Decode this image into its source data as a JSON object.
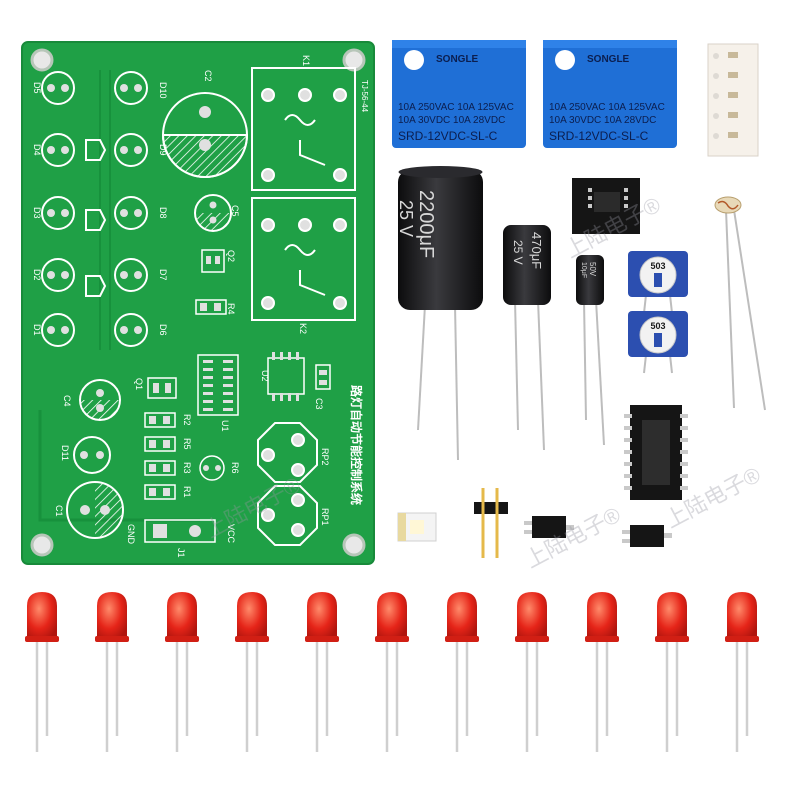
{
  "board": {
    "title": "路灯自动节能控制系统",
    "code": "TJ-56-44",
    "leds": [
      "D5",
      "D4",
      "D3",
      "D2",
      "D1"
    ],
    "leds2": [
      "D10",
      "D9",
      "D8",
      "D7",
      "D6"
    ],
    "d11": "D11",
    "caps": {
      "c1": "C1",
      "c2": "C2",
      "c3": "C3",
      "c4": "C4",
      "c5": "C5"
    },
    "resistors": [
      "R2",
      "R5",
      "R3",
      "R1"
    ],
    "r4": "R4",
    "r6": "R6",
    "q1": "Q1",
    "q2": "Q2",
    "u1": "U1",
    "u2": "U2",
    "k1": "K1",
    "k2": "K2",
    "rp1": "RP1",
    "rp2": "RP2",
    "gnd": "GND",
    "vcc": "VCC",
    "j1": "J1"
  },
  "relays": [
    {
      "brand": "SONGLE",
      "line1": "10A 250VAC  10A 125VAC",
      "line2": "10A  30VDC  10A  28VDC",
      "model": "SRD-12VDC-SL-C"
    },
    {
      "brand": "SONGLE",
      "line1": "10A 250VAC  10A 125VAC",
      "line2": "10A  30VDC  10A  28VDC",
      "model": "SRD-12VDC-SL-C"
    }
  ],
  "capacitors": [
    {
      "value": "2200μF",
      "voltage": "25 V"
    },
    {
      "value": "470μF",
      "voltage": "25 V"
    },
    {
      "value": "10μF",
      "voltage": "50V"
    }
  ],
  "trimpots": [
    "503",
    "503"
  ],
  "watermark": "上陆电子®",
  "colors": {
    "pcb": "#1fa046",
    "relay": "#1f6fd6",
    "led": "#e52418",
    "cap": "#1d1d1f"
  }
}
